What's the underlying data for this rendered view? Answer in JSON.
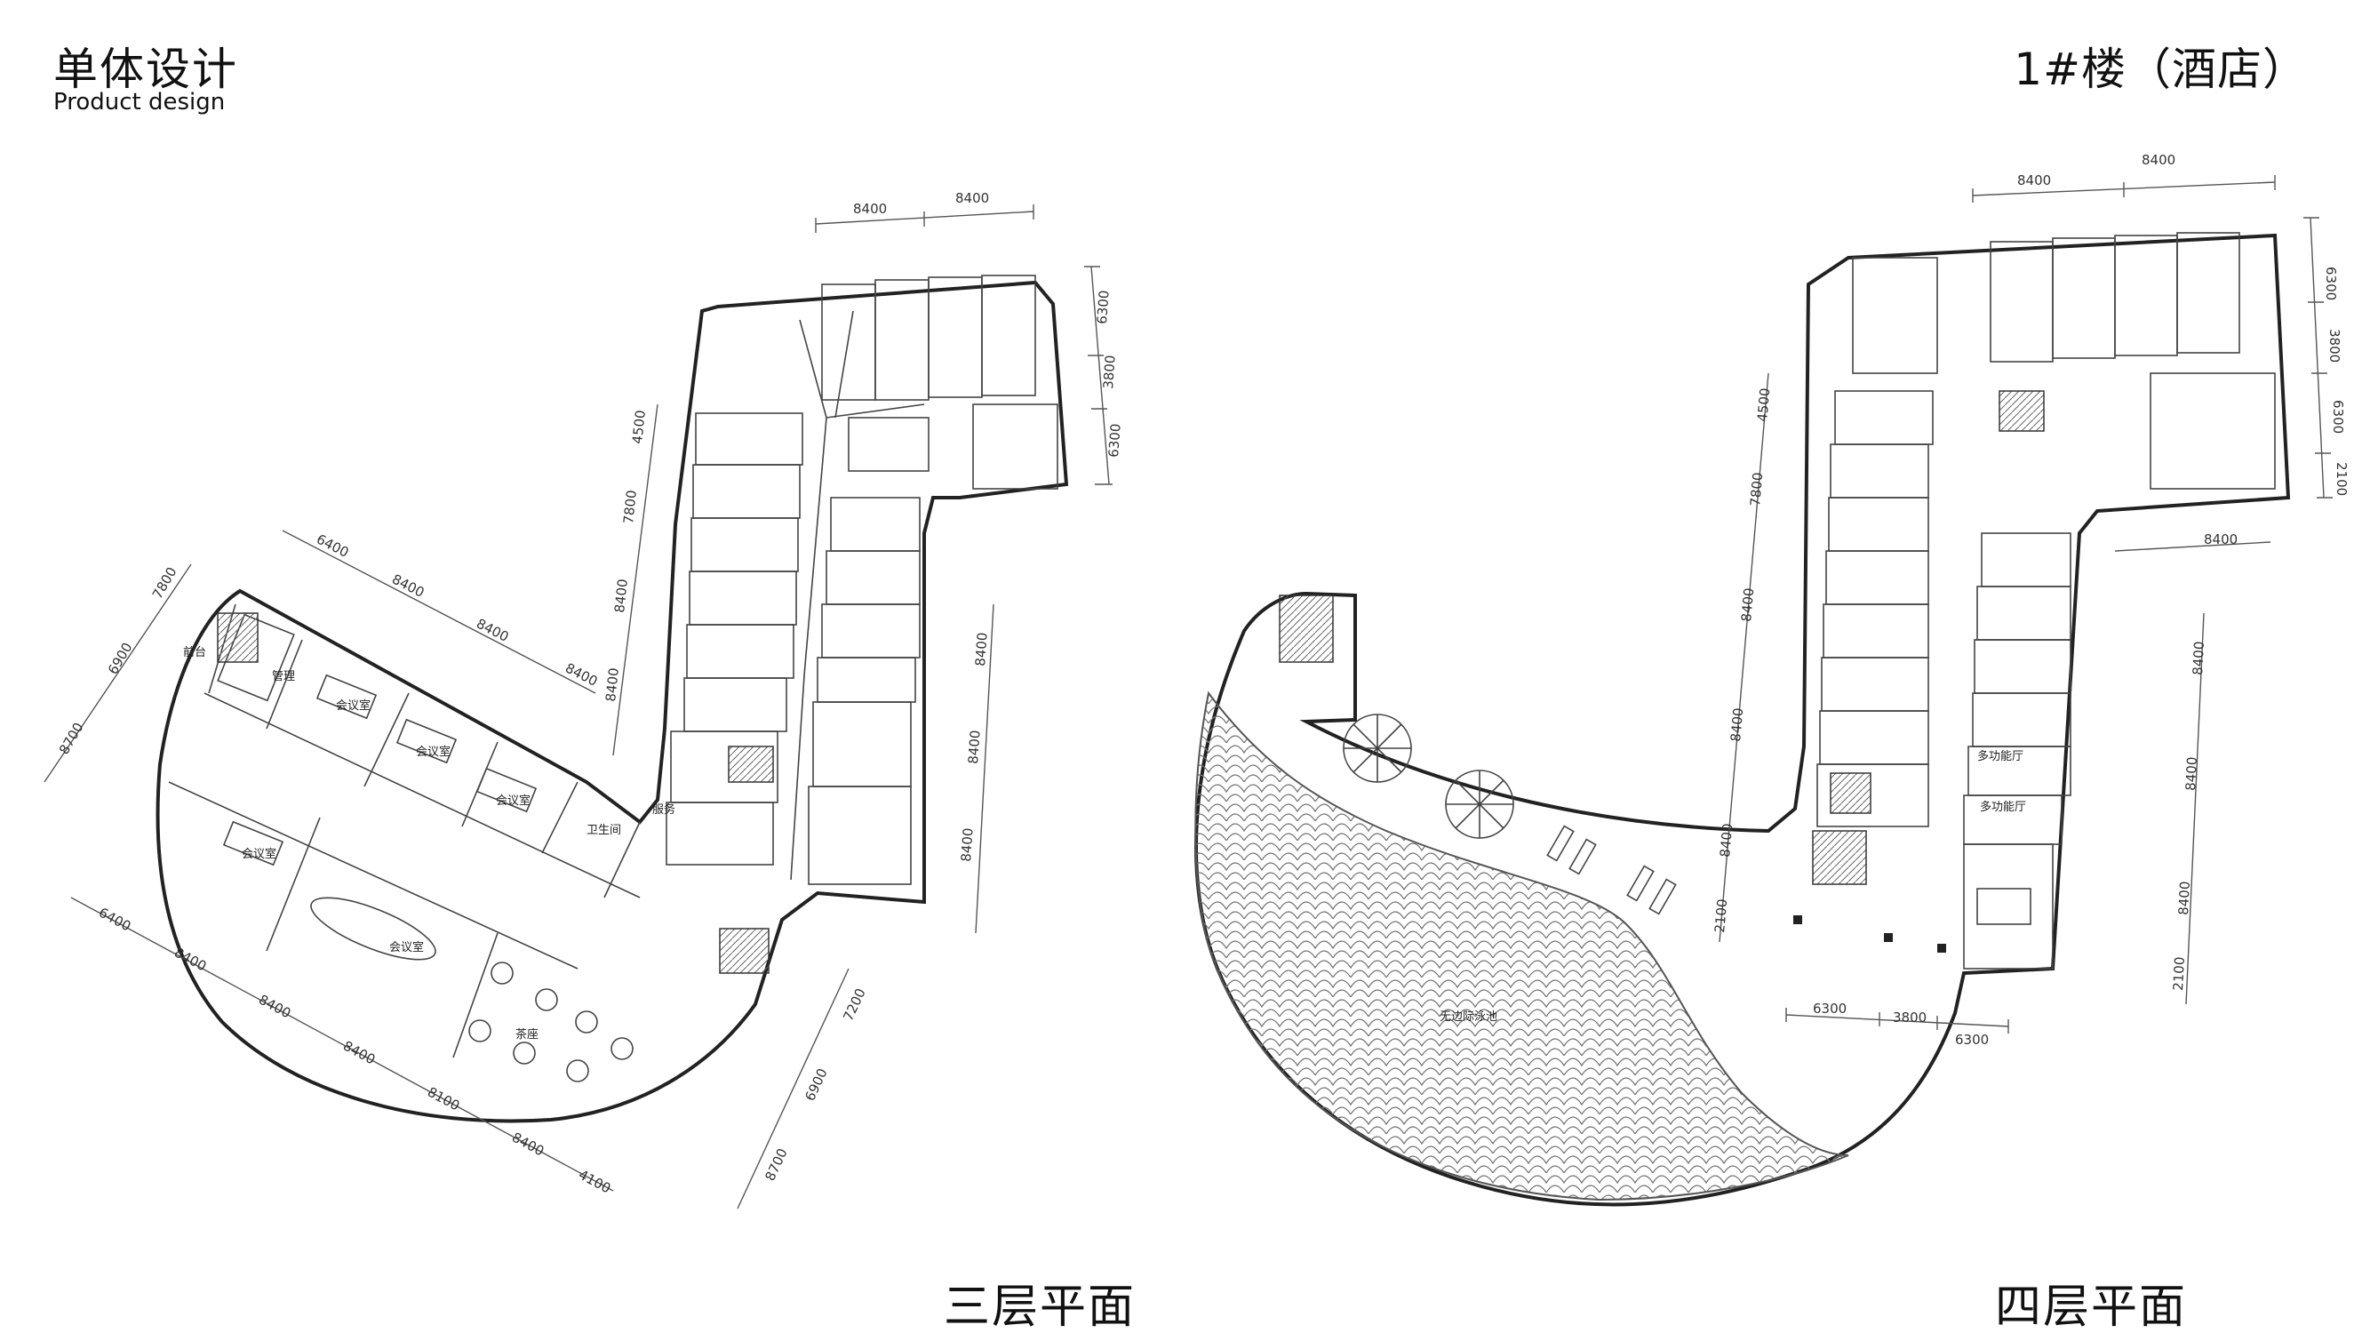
{
  "header": {
    "title": "单体设计",
    "subtitle": "Product design",
    "building": "1#楼（酒店）"
  },
  "plans": [
    {
      "caption": "三层平面",
      "dims_top": [
        "8400",
        "8400"
      ],
      "dims_right": [
        "6300",
        "3800",
        "6300"
      ],
      "dims_left_column": [
        "4500",
        "7800",
        "8400",
        "8400"
      ],
      "dims_right_column": [
        "8400",
        "8400",
        "8400"
      ],
      "dims_diag_top": [
        "6400",
        "8400",
        "8400",
        "8400"
      ],
      "dims_diag_left": [
        "7800",
        "6900",
        "8700"
      ],
      "dims_diag_bottom": [
        "6400",
        "8400",
        "8400",
        "8400",
        "8100",
        "8400",
        "4100"
      ],
      "dims_diag_right": [
        "7200",
        "6900",
        "8700"
      ],
      "rooms": {
        "front_desk": "前台",
        "office": "管理",
        "meeting_1": "会议室",
        "meeting_2": "会议室",
        "meeting_3": "会议室",
        "meeting_4": "会议室",
        "big_meeting": "会议室",
        "tea": "茶座",
        "toilet": "卫生间",
        "storage": "服务"
      }
    },
    {
      "caption": "四层平面",
      "dims_top": [
        "8400",
        "8400"
      ],
      "dims_right": [
        "6300",
        "3800",
        "6300",
        "2100"
      ],
      "dims_bottom_right": "8400",
      "dims_left_column": [
        "4500",
        "7800",
        "8400",
        "8400",
        "8400",
        "2100"
      ],
      "dims_right_column": [
        "8400",
        "8400",
        "8400",
        "2100"
      ],
      "dims_bottom": [
        "6300",
        "3800",
        "6300"
      ],
      "rooms": {
        "pool": "无边际泳池",
        "function_1": "多功能厅",
        "function_2": "多功能厅"
      }
    }
  ]
}
